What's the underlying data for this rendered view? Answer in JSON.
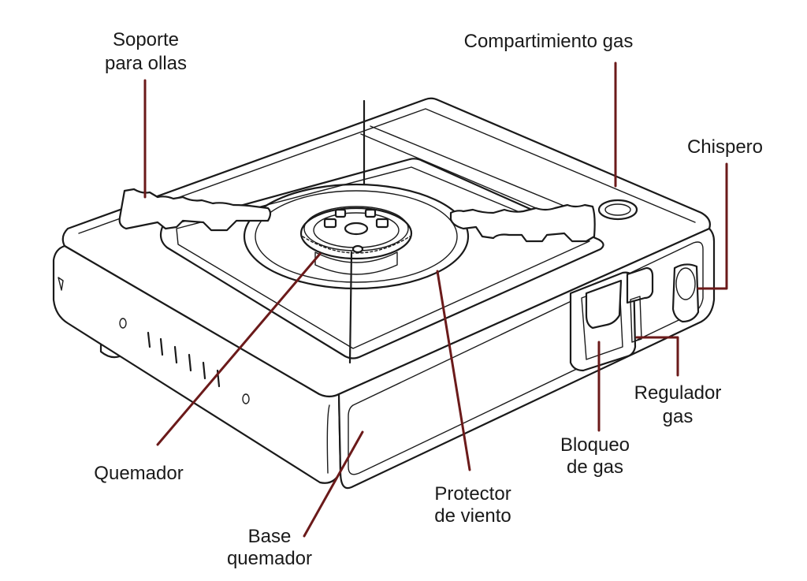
{
  "colors": {
    "leader": "#6b1a1a",
    "ink": "#1a1a1a",
    "background": "#ffffff"
  },
  "labels": {
    "soporte_line1": "Soporte",
    "soporte_line2": "para ollas",
    "compartimiento": "Compartimiento gas",
    "chispero": "Chispero",
    "regulador_line1": "Regulador",
    "regulador_line2": "gas",
    "bloqueo_line1": "Bloqueo",
    "bloqueo_line2": "de gas",
    "protector_line1": "Protector",
    "protector_line2": "de viento",
    "base_line1": "Base",
    "base_line2": "quemador",
    "quemador": "Quemador"
  }
}
